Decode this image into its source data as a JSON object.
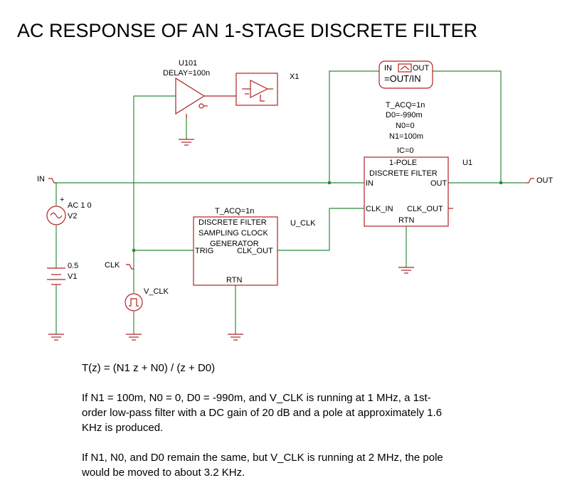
{
  "title": "AC RESPONSE OF AN 1-STAGE DISCRETE FILTER",
  "delay_block": {
    "ref": "U101",
    "value": "DELAY=100n"
  },
  "buffer": {
    "ref": "X1"
  },
  "meter": {
    "pin_in": "IN",
    "pin_out": "OUT",
    "expr": "=OUT/IN"
  },
  "filter": {
    "params": [
      "T_ACQ=1n",
      "D0=-990m",
      "N0=0",
      "N1=100m",
      "IC=0"
    ],
    "title1": "1-POLE",
    "title2": "DISCRETE FILTER",
    "ref": "U1",
    "pin_in": "IN",
    "pin_out": "OUT",
    "pin_clk_in": "CLK_IN",
    "pin_clk_out": "CLK_OUT",
    "pin_rtn": "RTN"
  },
  "clockgen": {
    "param": "T_ACQ=1n",
    "line1": "DISCRETE FILTER",
    "line2": "SAMPLING CLOCK",
    "line3": "GENERATOR",
    "pin_trig": "TRIG",
    "pin_clk_out": "CLK_OUT",
    "pin_rtn": "RTN",
    "net_label": "U_CLK"
  },
  "ports": {
    "in": "IN",
    "out": "OUT",
    "clk": "CLK"
  },
  "sources": {
    "v2_value": "AC 1 0",
    "v2_ref": "V2",
    "v1_value": "0.5",
    "v1_ref": "V1",
    "vclk_ref": "V_CLK"
  },
  "notes": {
    "formula": "T(z) = (N1 z + N0) / (z + D0)",
    "para1": "If N1 = 100m, N0 = 0, D0 = -990m, and V_CLK is running at 1 MHz, a 1st-order low-pass filter with a DC gain of 20 dB and a pole at approximately 1.6 KHz is produced.",
    "para2": "If N1, N0, and D0 remain the same, but V_CLK is running at 2 MHz, the pole would be moved to about 3.2 KHz."
  },
  "colors": {
    "wire": "#2e8b3a",
    "part": "#b22222",
    "text": "#000000"
  }
}
